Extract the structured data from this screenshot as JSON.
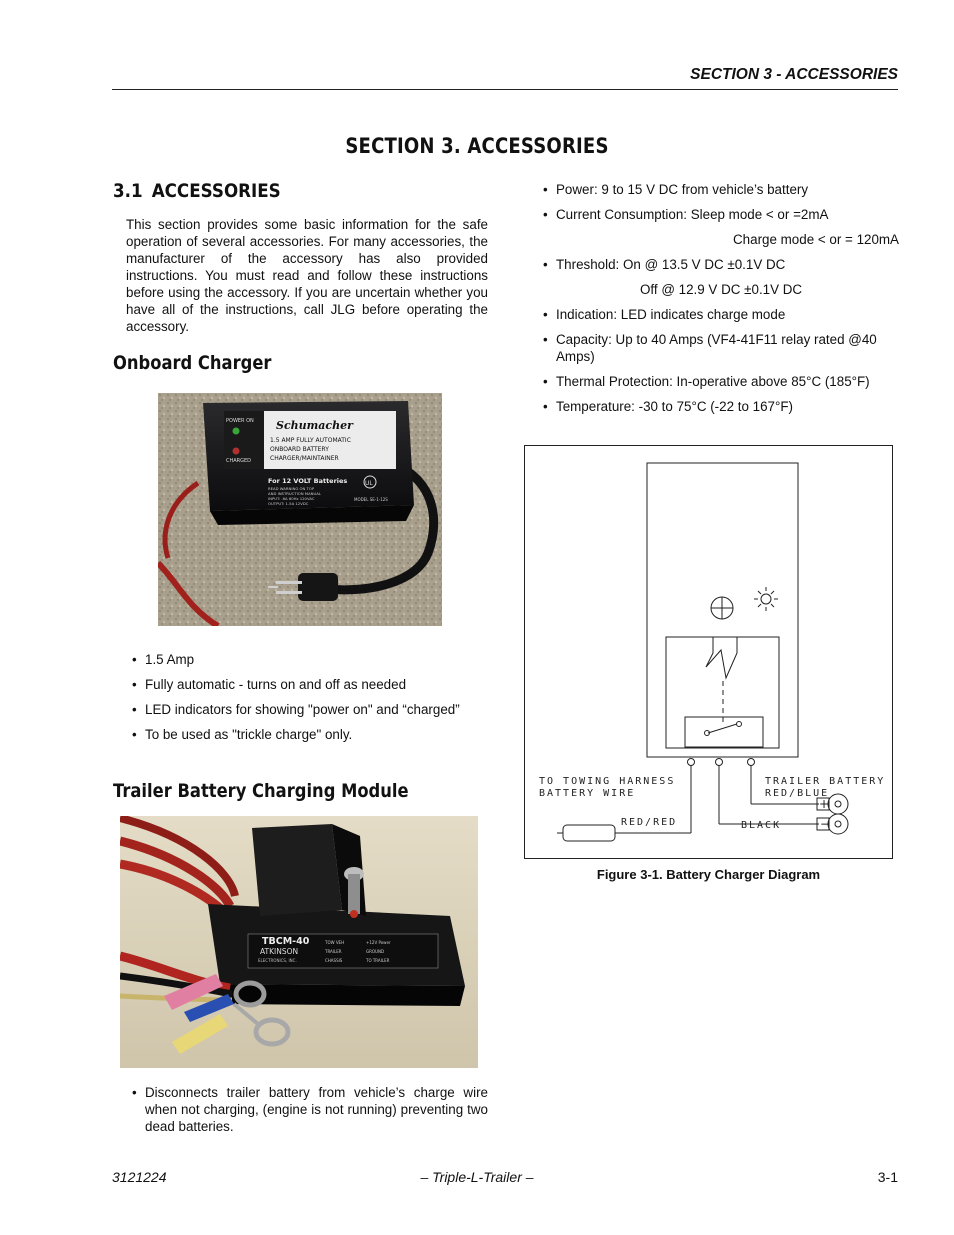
{
  "header": {
    "running_head": "SECTION 3 - ACCESSORIES"
  },
  "section_title": "SECTION 3.  ACCESSORIES",
  "subsection": {
    "number": "3.1",
    "title": "ACCESSORIES"
  },
  "intro": "This section provides some basic information for the safe operation of several accessories. For many accessories, the manufacturer of the accessory has also provided instructions. You must read and follow these instructions before using the accessory. If you are uncertain whether you have all of the instructions, call JLG before operating the accessory.",
  "onboard_charger": {
    "heading": "Onboard Charger",
    "photo": {
      "brand": "Schumacher",
      "label_lines": [
        "1.5 AMP FULLY AUTOMATIC",
        "ONBOARD BATTERY",
        "CHARGER/MAINTAINER"
      ],
      "power_on": "POWER ON",
      "charged": "CHARGED",
      "lower_title": "For 12 VOLT Batteries",
      "lower_lines": [
        "READ WARNING ON TOP",
        "AND INSTRUCTION MANUAL",
        "INPUT: .6A 60Hz 120VAC",
        "OUTPUT: 1.5A 12VDC"
      ],
      "model": "MODEL SE-1-12S",
      "ul": "UL"
    },
    "bullets": [
      "1.5 Amp",
      "Fully automatic - turns on and off as needed",
      "LED indicators for showing \"power on\" and “charged”",
      "To be used as \"trickle charge\" only."
    ]
  },
  "trailer_module": {
    "heading": "Trailer Battery Charging Module",
    "photo": {
      "label_title": "TBCM-40",
      "label_sub1": "ATKINSON",
      "label_sub2": "ELECTRONICS, INC.",
      "label_cols": [
        "TOW VEH",
        "TRAILER",
        "CHASSIS",
        "+12V Power",
        "GROUND",
        "TO TRAILER"
      ]
    },
    "bullets": [
      "Disconnects trailer battery from vehicle’s charge wire when not charging, (engine is not running) preventing two dead batteries."
    ]
  },
  "specs": [
    {
      "text": "Power:  9 to 15 V DC from vehicle’s battery"
    },
    {
      "text": "Current Consumption:  Sleep mode < or =2mA",
      "cont": "Charge mode < or = 120mA"
    },
    {
      "text": "Threshold:  On @ 13.5 V DC ±0.1V DC",
      "cont": "Off @ 12.9 V DC ±0.1V DC"
    },
    {
      "text": "Indication:  LED indicates charge mode"
    },
    {
      "text": "Capacity:  Up to 40 Amps  (VF4-41F11 relay rated @40 Amps)"
    },
    {
      "text": "Thermal Protection:  In-operative above 85°C (185°F)"
    },
    {
      "text": "Temperature:  -30 to 75°C (-22 to 167°F)"
    }
  ],
  "diagram": {
    "label_left_1": "TO TOWING HARNESS",
    "label_left_2": "BATTERY WIRE",
    "label_red_red": "RED/RED",
    "label_right_1": "TRAILER BATTERY",
    "label_right_2": "RED/BLUE",
    "label_black": "BLACK",
    "plus_sign": "+",
    "minus_sign": "−",
    "caption": "Figure 3-1.  Battery Charger Diagram"
  },
  "footer": {
    "doc_number": "3121224",
    "title": "– Triple-L-Trailer –",
    "page": "3-1"
  }
}
